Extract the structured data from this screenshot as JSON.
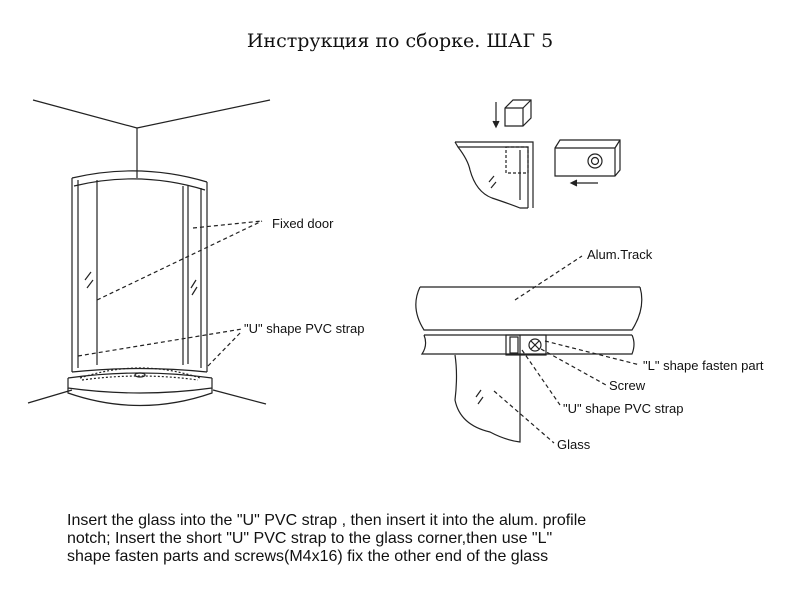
{
  "title": "Инструкция по сборке. ШАГ 5",
  "labels": {
    "fixed_door": "Fixed door",
    "u_strap_left": "\"U\" shape PVC strap",
    "alum_track": "Alum.Track",
    "l_fasten": "\"L\" shape fasten part",
    "screw": "Screw",
    "u_strap_right": "\"U\" shape PVC strap",
    "glass": "Glass"
  },
  "instructions": [
    "Insert the glass into the \"U\" PVC strap , then insert it into the alum. profile",
    "notch; Insert the short \"U\" PVC strap to the glass corner,then use \"L\"",
    "shape fasten parts and screws(M4x16) fix the other end of the glass"
  ]
}
